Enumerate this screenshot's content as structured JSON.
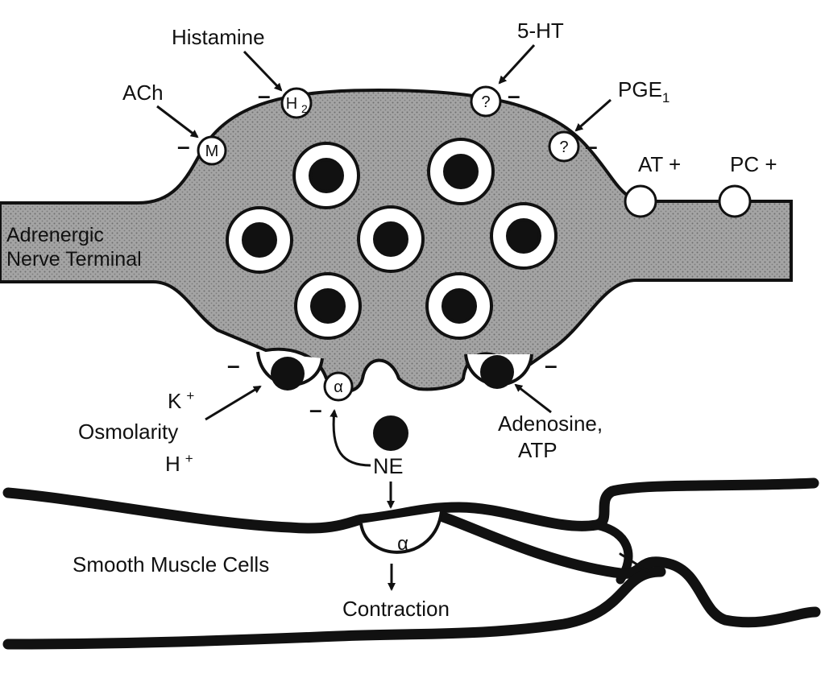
{
  "labels": {
    "histamine": "Histamine",
    "ach": "ACh",
    "five_ht": "5-HT",
    "pge1": "PGE",
    "pge1_sub": "1",
    "at": "AT +",
    "pc": "PC +",
    "terminal_line1": "Adrenergic",
    "terminal_line2": "Nerve Terminal",
    "k_plus": "K",
    "osmolarity": "Osmolarity",
    "h_plus": "H",
    "plus_sign": "+",
    "adenosine": "Adenosine,",
    "atp": "ATP",
    "ne": "NE",
    "smooth_muscle": "Smooth Muscle Cells",
    "contraction": "Contraction"
  },
  "receptors": {
    "muscarinic": "M",
    "h2": "H",
    "h2_sub": "2",
    "ht_unknown": "?",
    "pge_unknown": "?",
    "alpha_pre": "α",
    "alpha_post": "α"
  },
  "signs": {
    "minus": "–"
  },
  "colors": {
    "ink": "#111111",
    "terminal_fill": "#9a9a9a",
    "background": "#ffffff"
  }
}
